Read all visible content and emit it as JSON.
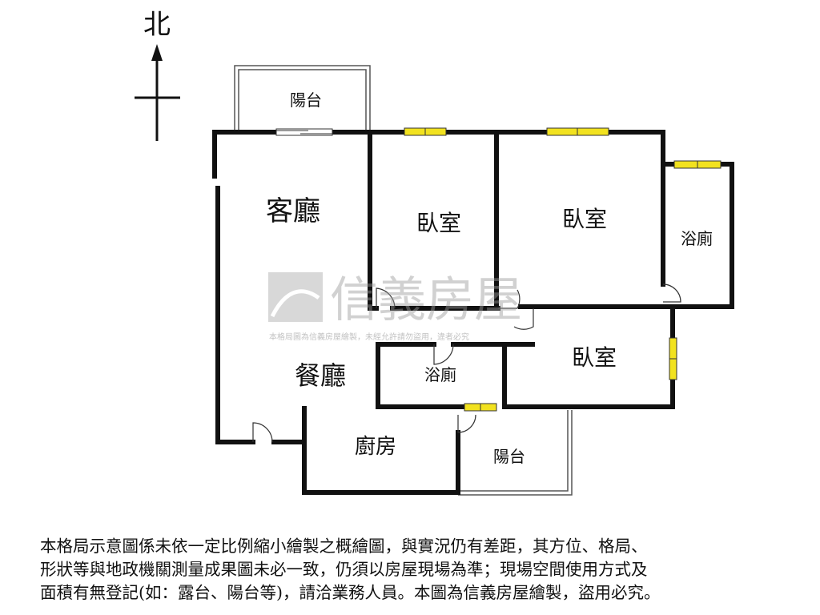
{
  "compass": {
    "north_label": "北"
  },
  "rooms": {
    "living_room": "客廳",
    "dining_room": "餐廳",
    "bedroom_1": "臥室",
    "bedroom_2": "臥室",
    "bedroom_3": "臥室",
    "bathroom_1": "浴廁",
    "bathroom_2": "浴廁",
    "kitchen": "廚房",
    "balcony_1": "陽台",
    "balcony_2": "陽台"
  },
  "watermark": {
    "brand": "信義房屋",
    "caption": "本格局圖為信義房屋繪製，未經允許請勿盜用，違者必究"
  },
  "disclaimer": {
    "line_1": "本格局示意圖係未依一定比例縮小繪製之概繪圖，與實況仍有差距，其方位、格局、",
    "line_2": "形狀等與地政機關測量成果圖未必一致，仍須以房屋現場為準；現場空間使用方式及",
    "line_3": "面積有無登記(如：露台、陽台等)，請洽業務人員。本圖為信義房屋繪製，盜用必究。"
  },
  "colors": {
    "wall": "#111111",
    "window": "#f2e21f",
    "watermark": "#c8c8c8"
  }
}
